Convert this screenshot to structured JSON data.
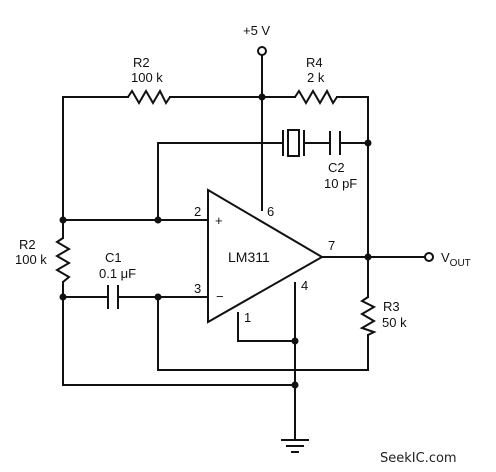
{
  "diagram": {
    "supply_label": "+5 V",
    "chip": {
      "label": "LM311"
    },
    "pins": {
      "p2": "2",
      "p3": "3",
      "p6": "6",
      "p7": "7",
      "p4": "4",
      "p1": "1",
      "plus": "+",
      "minus": "−"
    },
    "components": {
      "r2_top": {
        "name": "R2",
        "value": "100 k"
      },
      "r4": {
        "name": "R4",
        "value": "2 k"
      },
      "c2": {
        "name": "C2",
        "value": "10 pF"
      },
      "r2_left": {
        "name": "R2",
        "value": "100 k"
      },
      "c1": {
        "name": "C1",
        "value": "0.1 μF"
      },
      "r3": {
        "name": "R3",
        "value": "50 k"
      }
    },
    "output_label": {
      "main": "V",
      "sub": "OUT"
    }
  },
  "watermark": "SeekIC.com"
}
